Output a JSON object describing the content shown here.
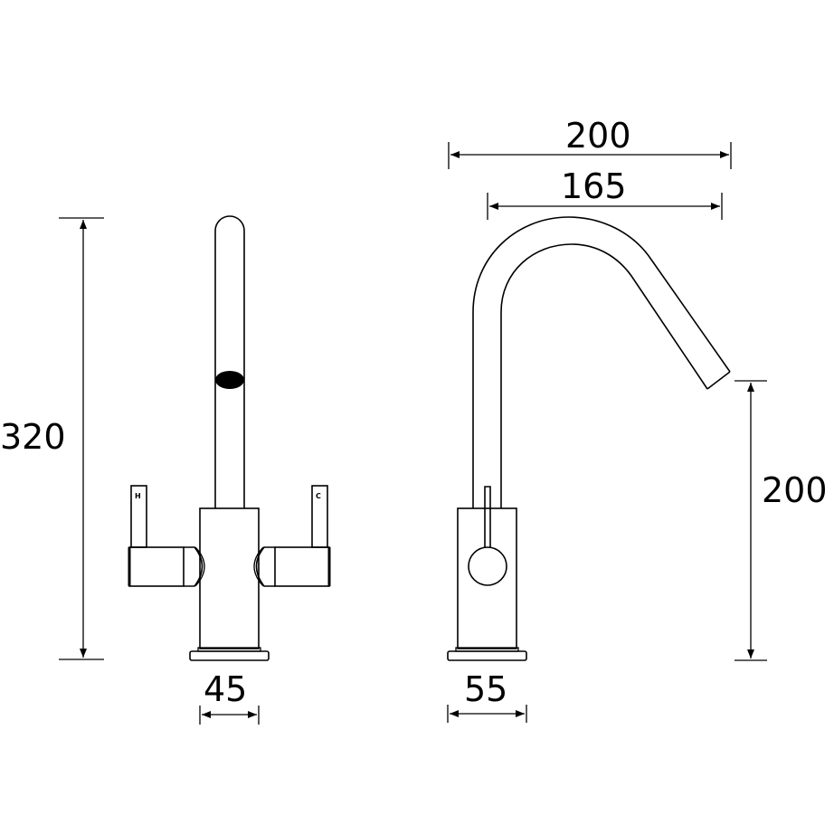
{
  "diagram": {
    "type": "technical dimension drawing",
    "subject": "mixer tap — front and side elevation",
    "units": "mm",
    "colors": {
      "line": "#000000",
      "background": "#ffffff"
    }
  },
  "front_view": {
    "height_label": "320",
    "base_width_label": "45",
    "hot_handle_label": "H",
    "cold_handle_label": "C"
  },
  "side_view": {
    "overall_reach_label": "200",
    "spout_reach_label": "165",
    "spout_height_label": "200",
    "base_width_label": "55"
  }
}
